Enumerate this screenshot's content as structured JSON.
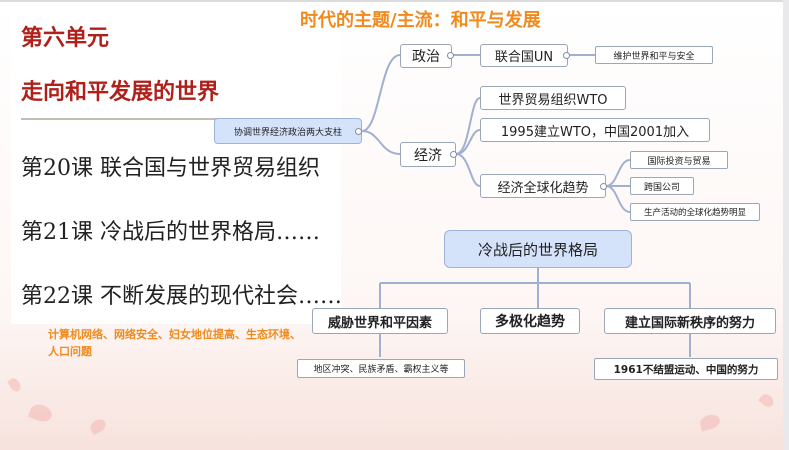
{
  "slide": {
    "title": "时代的主题/主流：和平与发展",
    "unit_line1": "第六单元",
    "unit_line2": "走向和平发展的世界",
    "lessons": [
      "第20课  联合国与世界贸易组织",
      "第21课  冷战后的世界格局……",
      "第22课  不断发展的现代社会……"
    ],
    "bottom_note": "计算机网络、网络安全、妇女地位提高、生态环境、人口问题"
  },
  "mindmap": {
    "root": "协调世界经济政治两大支柱",
    "politics": {
      "label": "政治",
      "child": "联合国UN",
      "grandchild": "维护世界和平与安全"
    },
    "economy": {
      "label": "经济",
      "children": [
        "世界贸易组织WTO",
        "1995建立WTO，中国2001加入",
        "经济全球化趋势"
      ],
      "globalization_items": [
        "国际投资与贸易",
        "跨国公司",
        "生产活动的全球化趋势明显"
      ]
    },
    "cold_war": {
      "label": "冷战后的世界格局",
      "children": [
        "威胁世界和平因素",
        "多极化趋势",
        "建立国际新秩序的努力"
      ],
      "threat_detail": "地区冲突、民族矛盾、霸权主义等",
      "order_detail": "1961不结盟运动、中国的努力"
    }
  }
}
